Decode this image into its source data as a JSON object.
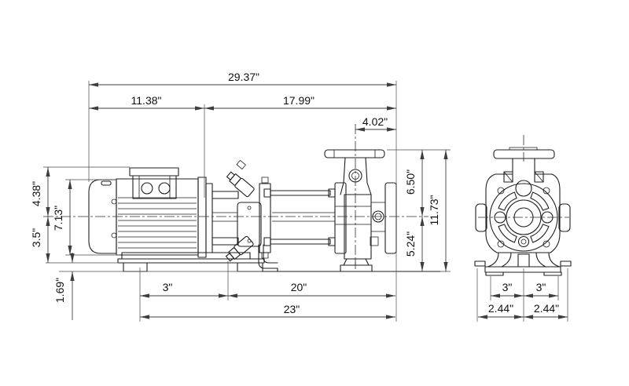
{
  "colors": {
    "background": "#ffffff",
    "object_line": "#1f1f1f",
    "dimension_line": "#3d3d3d",
    "text": "#111111"
  },
  "dimensions": {
    "side": {
      "overall_length": "29.37\"",
      "motor_length": "11.38\"",
      "pump_length": "17.99\"",
      "discharge_to_face": "4.02\"",
      "cl_to_box_top": "4.38\"",
      "motor_od": "7.13\"",
      "cl_to_base": "3.5\"",
      "base_height": "1.69\"",
      "foot_spacing": "3\"",
      "foot_to_face": "20\"",
      "base_length": "23\"",
      "cl_to_flange": "6.50\"",
      "cl_to_ground": "5.24\"",
      "overall_height": "11.73\""
    },
    "end": {
      "bolt_left": "3\"",
      "bolt_right": "3\"",
      "base_left": "2.44\"",
      "base_right": "2.44\""
    }
  }
}
